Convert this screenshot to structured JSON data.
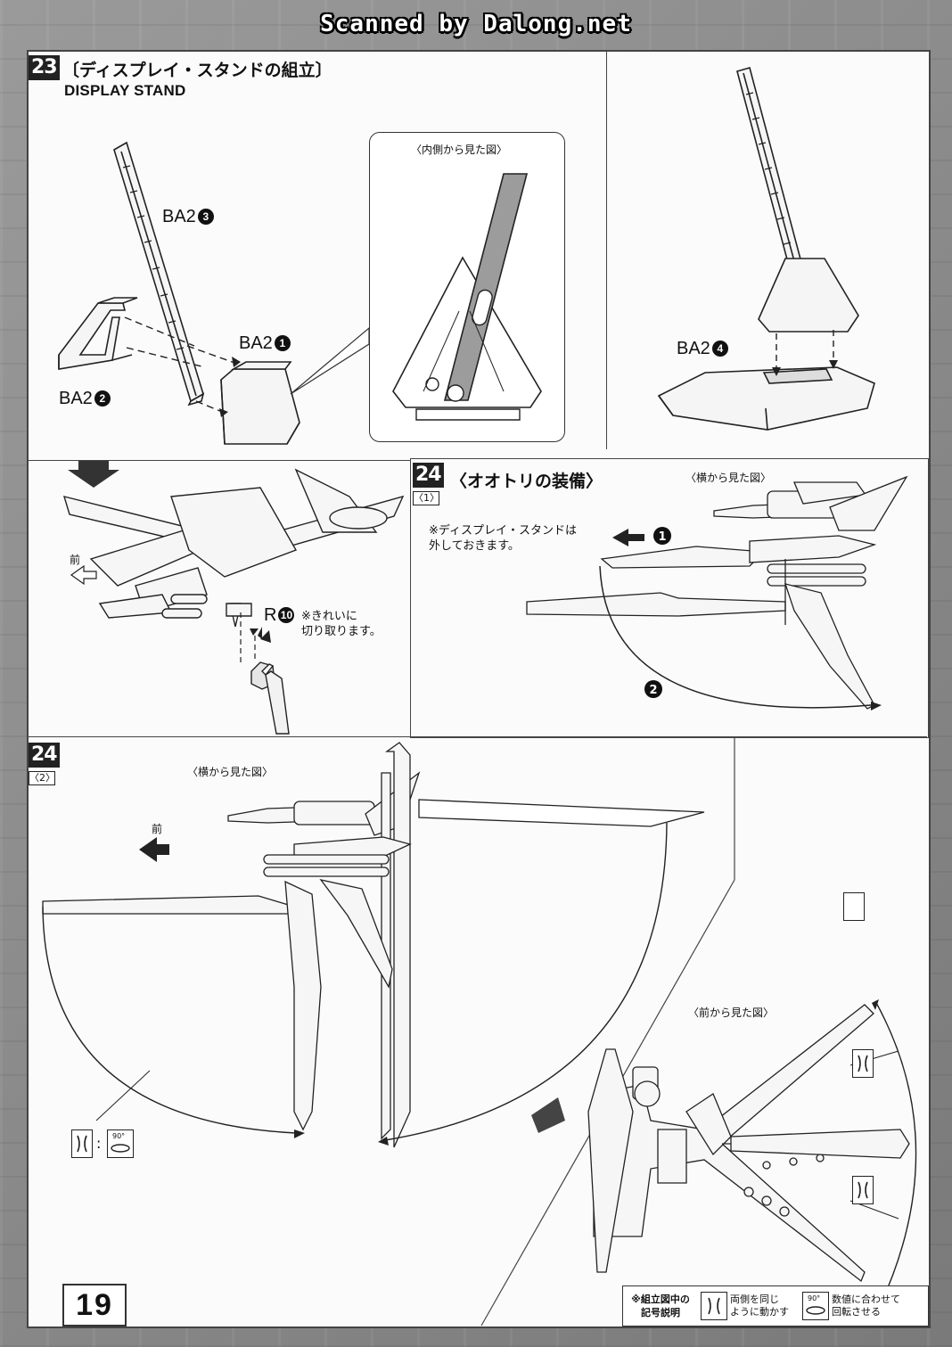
{
  "watermark": "Scanned by Dalong.net",
  "page_number": "19",
  "step23": {
    "number": "23",
    "title_jp": "〔ディスプレイ・スタンドの組立〕",
    "title_en": "DISPLAY STAND",
    "inset_caption": "〈内側から見た図〉",
    "parts": {
      "ba2_3": "BA2",
      "ba2_3_num": "3",
      "ba2_1": "BA2",
      "ba2_1_num": "1",
      "ba2_2": "BA2",
      "ba2_2_num": "2",
      "ba2_4": "BA2",
      "ba2_4_num": "4"
    }
  },
  "attach_panel": {
    "front_label": "前",
    "part_r": "R",
    "part_r_num": "10",
    "note": "※きれいに\n切り取ります。"
  },
  "step24_1": {
    "number": "24",
    "sub": "〈1〉",
    "title": "〈オオトリの装備〉",
    "side_view": "〈横から見た図〉",
    "note": "※ディスプレイ・スタンドは\n外しておきます。",
    "arrow1": "1",
    "arrow2": "2"
  },
  "step24_2": {
    "number": "24",
    "sub": "〈2〉",
    "side_view": "〈横から見た図〉",
    "front_label": "前",
    "front_view": "〈前から見た図〉",
    "rot_label": "90°",
    "colon": ":"
  },
  "legend": {
    "heading": "※組立図中の\n記号説明",
    "item1": "両側を同じ\nように動かす",
    "item2_icon": "90°",
    "item2": "数値に合わせて\n回転させる"
  }
}
